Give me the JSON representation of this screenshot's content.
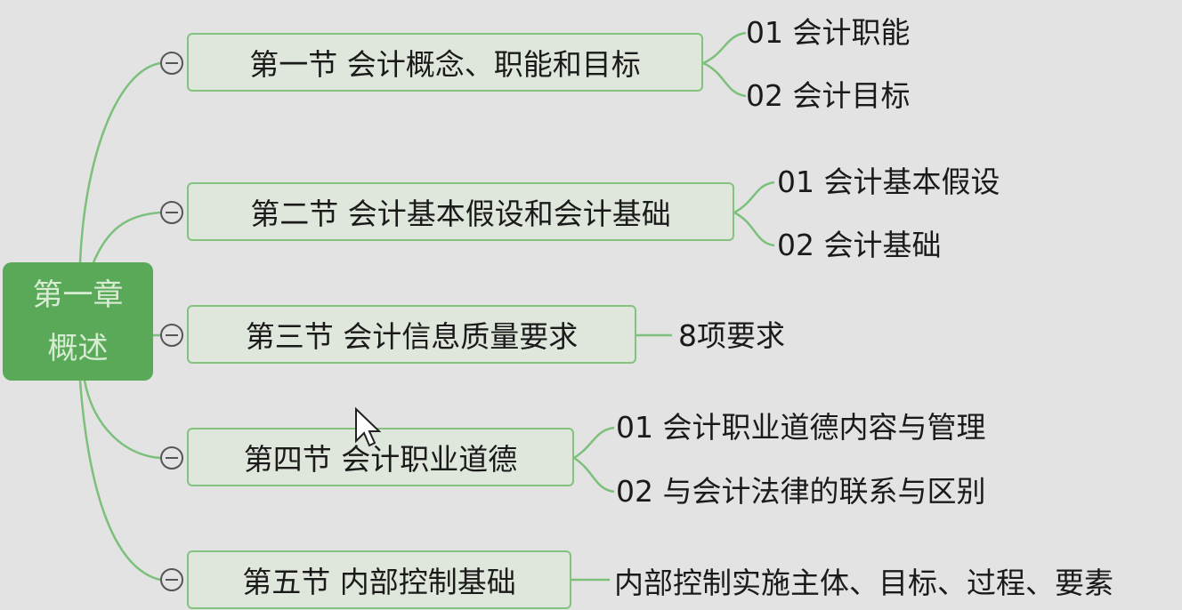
{
  "root": {
    "line1": "第一章",
    "line2": "概述"
  },
  "sections": [
    {
      "label": "第一节 会计概念、职能和目标",
      "children": [
        "01 会计职能",
        "02 会计目标"
      ]
    },
    {
      "label": "第二节 会计基本假设和会计基础",
      "children": [
        "01 会计基本假设",
        "02 会计基础"
      ]
    },
    {
      "label": "第三节 会计信息质量要求",
      "children": [
        "8项要求"
      ]
    },
    {
      "label": "第四节 会计职业道德",
      "children": [
        "01 会计职业道德内容与管理",
        "02 与会计法律的联系与区别"
      ]
    },
    {
      "label": "第五节 内部控制基础",
      "children": [
        "内部控制实施主体、目标、过程、要素"
      ]
    }
  ]
}
